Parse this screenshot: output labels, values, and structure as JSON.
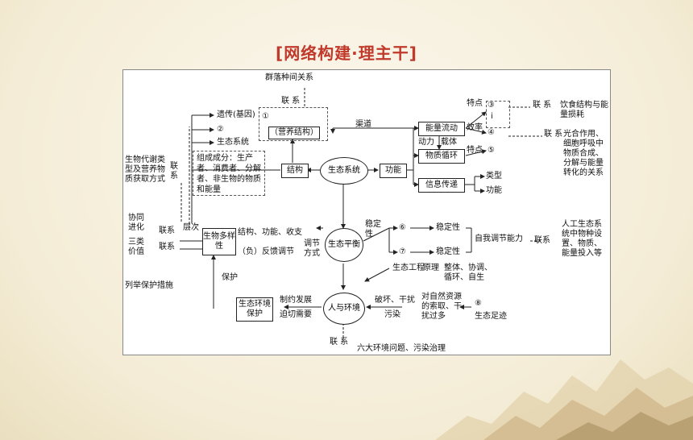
{
  "title": "[网络构建·理主干]",
  "nodes": {
    "qunluo": "群落种间关系",
    "lianxi": "联 系",
    "n1": "①",
    "yingyang": "（营养结构）",
    "yichuan": "遗传(基因)",
    "n2": "②",
    "shengtaixitong_small": "生态系统",
    "shengwu_daixie": "生物代谢类型及营养物质获取方式",
    "lianxi_v": "联系",
    "zucheng": "组成成分：生产者、消费者、分解者、非生物的物质和能量",
    "jiegou": "结构",
    "shengtaixitong": "生态系统",
    "gongneng": "功能",
    "qudao": "渠道",
    "nengliang": "能量流动",
    "wuzhi": "物质循环",
    "xinxi": "信息传递",
    "dongli": "动力",
    "zaiti": "载体",
    "xiaolv": "效率",
    "tedian1": "特点",
    "tedian2": "特点",
    "n3": "③",
    "n4": "④",
    "n5": "⑤",
    "i_label": "i",
    "lianxi_r1": "联 系",
    "lianxi_r2": "联 系",
    "r_food": "饮食结构与能量损耗",
    "r_photo": "光合作用、细胞呼吸中物质合成、分解与能量转化的关系",
    "leixing": "类型",
    "gongneng2": "功能",
    "xietong": "协同进化",
    "lianxi_l1": "联系",
    "cengci": "层次",
    "sanlei": "三类价值",
    "lianxi_l2": "联系",
    "duoyang": "生物多样性",
    "jiegou_gn": "结构、功能、收支",
    "fankui": "（负）反馈调节",
    "tiaojie": "调节方式",
    "pingheng": "生态平衡",
    "wending": "稳定性",
    "n6": "⑥",
    "n7": "⑦",
    "wending1": "稳定性",
    "wending2": "稳定性",
    "ziwo": "自我调节能力",
    "lianxi_r3": "联系",
    "rengong": "人工生态系统中物种设置、物质、能量投入等",
    "liju": "列举保护措施",
    "baohu": "保护",
    "shengtai_gc": "生态工程",
    "yuanli": "原理",
    "yuanli_txt": "整体、协调、循环、自生",
    "huanjing_bh": "生态环境保护",
    "zhiyue": "制约发展",
    "poqie": "迫切需要",
    "renyu": "人与环境",
    "pohuai": "破坏、干扰",
    "wuran": "污染",
    "suoqu": "对自然资源的索取、干扰过多",
    "n8": "⑧",
    "zuji": "生态足迹",
    "lianxi_b": "联 系",
    "liuda": "六大环境问题、污染治理"
  }
}
